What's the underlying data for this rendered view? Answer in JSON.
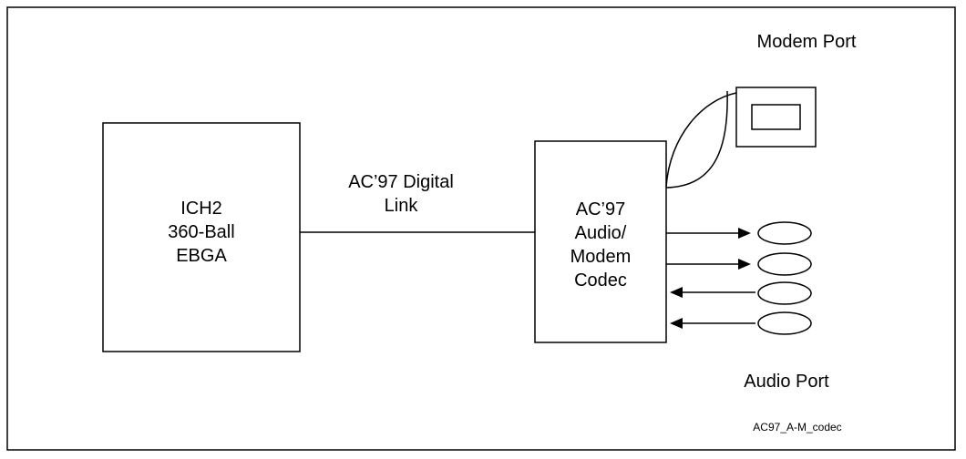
{
  "ich2_block": {
    "line1": "ICH2",
    "line2": "360-Ball",
    "line3": "EBGA"
  },
  "link_label": {
    "line1": "AC’97 Digital",
    "line2": "Link"
  },
  "codec_block": {
    "line1": "AC’97",
    "line2": "Audio/",
    "line3": "Modem",
    "line4": "Codec"
  },
  "modem_port_label": "Modem Port",
  "audio_port_label": "Audio Port",
  "figure_id": "AC97_A-M_codec"
}
